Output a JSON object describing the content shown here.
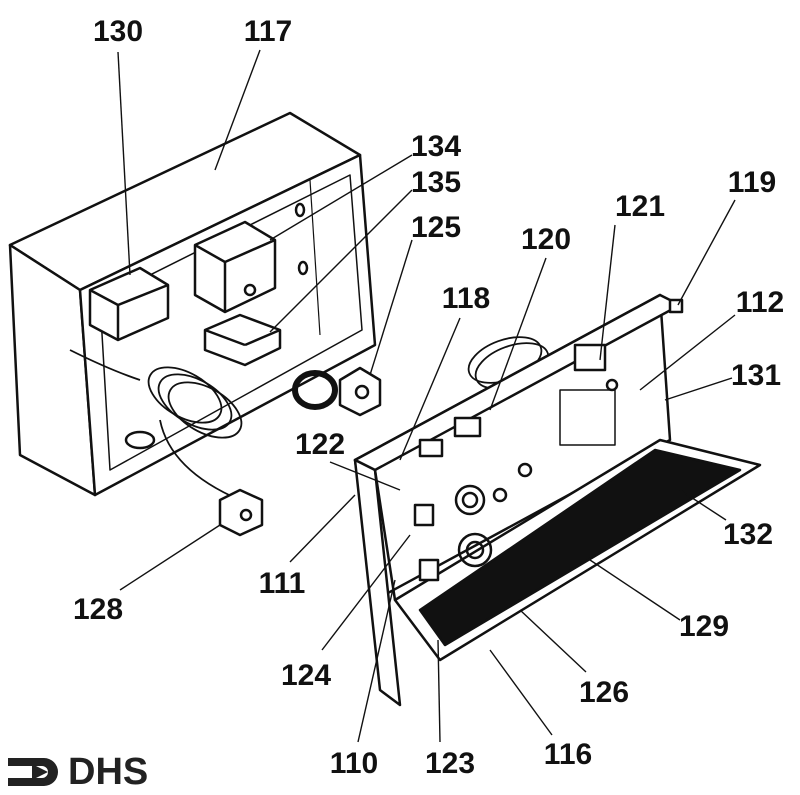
{
  "diagram": {
    "labels": [
      "130",
      "117",
      "134",
      "135",
      "125",
      "120",
      "121",
      "119",
      "118",
      "112",
      "131",
      "122",
      "132",
      "111",
      "128",
      "129",
      "124",
      "126",
      "110",
      "123",
      "116"
    ]
  },
  "logo": {
    "text": "DHS"
  }
}
